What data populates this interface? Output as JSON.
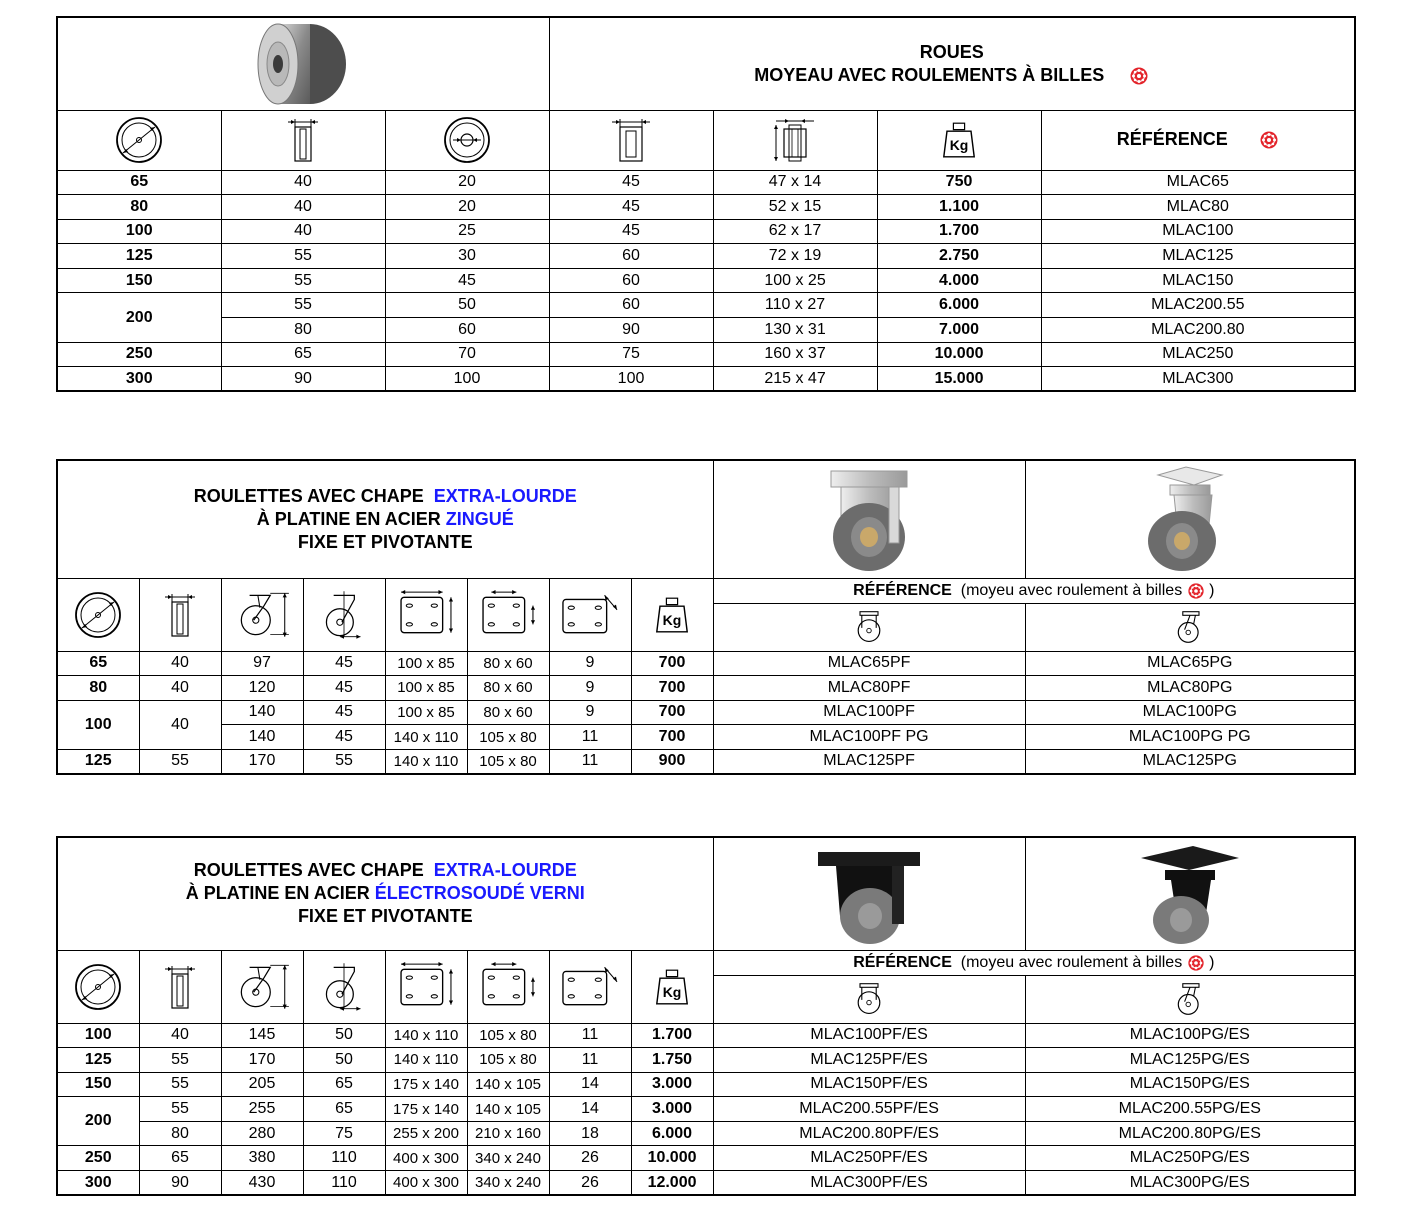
{
  "t1": {
    "title_line1": "ROUES",
    "title_line2": "MOYEAU AVEC ROULEMENTS À BILLES",
    "ref_label": "RÉFÉRENCE",
    "rows": [
      {
        "d": "65",
        "w": "40",
        "bore": "20",
        "hub": "45",
        "bearing": "47 x 14",
        "kg": "750",
        "ref": "MLAC65"
      },
      {
        "d": "80",
        "w": "40",
        "bore": "20",
        "hub": "45",
        "bearing": "52 x 15",
        "kg": "1.100",
        "ref": "MLAC80"
      },
      {
        "d": "100",
        "w": "40",
        "bore": "25",
        "hub": "45",
        "bearing": "62 x 17",
        "kg": "1.700",
        "ref": "MLAC100"
      },
      {
        "d": "125",
        "w": "55",
        "bore": "30",
        "hub": "60",
        "bearing": "72 x 19",
        "kg": "2.750",
        "ref": "MLAC125"
      },
      {
        "d": "150",
        "w": "55",
        "bore": "45",
        "hub": "60",
        "bearing": "100 x 25",
        "kg": "4.000",
        "ref": "MLAC150"
      },
      {
        "d": "200",
        "w": "55",
        "bore": "50",
        "hub": "60",
        "bearing": "110 x 27",
        "kg": "6.000",
        "ref": "MLAC200.55"
      },
      {
        "d": "",
        "w": "80",
        "bore": "60",
        "hub": "90",
        "bearing": "130 x 31",
        "kg": "7.000",
        "ref": "MLAC200.80"
      },
      {
        "d": "250",
        "w": "65",
        "bore": "70",
        "hub": "75",
        "bearing": "160 x 37",
        "kg": "10.000",
        "ref": "MLAC250"
      },
      {
        "d": "300",
        "w": "90",
        "bore": "100",
        "hub": "100",
        "bearing": "215 x 47",
        "kg": "15.000",
        "ref": "MLAC300"
      }
    ]
  },
  "t2": {
    "title_a": "ROULETTES AVEC CHAPE",
    "title_a_blue": "EXTRA-LOURDE",
    "title_b": "À PLATINE EN ACIER",
    "title_b_blue": "ZINGUÉ",
    "title_c": "FIXE ET PIVOTANTE",
    "ref_label": "RÉFÉRENCE",
    "ref_note_open": "(moyeu avec roulement à billes",
    "ref_note_close": ")",
    "rows": [
      {
        "d": "65",
        "w": "40",
        "h": "97",
        "off": "45",
        "plate": "100 x 85",
        "holes": "80 x 60",
        "bolt": "9",
        "kg": "700",
        "pf": "MLAC65PF",
        "pg": "MLAC65PG"
      },
      {
        "d": "80",
        "w": "40",
        "h": "120",
        "off": "45",
        "plate": "100 x 85",
        "holes": "80 x 60",
        "bolt": "9",
        "kg": "700",
        "pf": "MLAC80PF",
        "pg": "MLAC80PG"
      },
      {
        "d": "100",
        "w": "40",
        "h": "140",
        "off": "45",
        "plate": "100 x 85",
        "holes": "80 x 60",
        "bolt": "9",
        "kg": "700",
        "pf": "MLAC100PF",
        "pg": "MLAC100PG"
      },
      {
        "d": "",
        "w": "",
        "h": "140",
        "off": "45",
        "plate": "140 x 110",
        "holes": "105 x 80",
        "bolt": "11",
        "kg": "700",
        "pf": "MLAC100PF PG",
        "pg": "MLAC100PG PG"
      },
      {
        "d": "125",
        "w": "55",
        "h": "170",
        "off": "55",
        "plate": "140 x 110",
        "holes": "105 x 80",
        "bolt": "11",
        "kg": "900",
        "pf": "MLAC125PF",
        "pg": "MLAC125PG"
      }
    ]
  },
  "t3": {
    "title_a": "ROULETTES AVEC CHAPE",
    "title_a_blue": "EXTRA-LOURDE",
    "title_b": "À PLATINE EN ACIER",
    "title_b_blue": "ÉLECTROSOUDÉ VERNI",
    "title_c": "FIXE ET PIVOTANTE",
    "ref_label": "RÉFÉRENCE",
    "ref_note_open": "(moyeu avec roulement à billes",
    "ref_note_close": ")",
    "rows": [
      {
        "d": "100",
        "w": "40",
        "h": "145",
        "off": "50",
        "plate": "140 x 110",
        "holes": "105 x 80",
        "bolt": "11",
        "kg": "1.700",
        "pf": "MLAC100PF/ES",
        "pg": "MLAC100PG/ES"
      },
      {
        "d": "125",
        "w": "55",
        "h": "170",
        "off": "50",
        "plate": "140 x 110",
        "holes": "105 x 80",
        "bolt": "11",
        "kg": "1.750",
        "pf": "MLAC125PF/ES",
        "pg": "MLAC125PG/ES"
      },
      {
        "d": "150",
        "w": "55",
        "h": "205",
        "off": "65",
        "plate": "175 x 140",
        "holes": "140 x 105",
        "bolt": "14",
        "kg": "3.000",
        "pf": "MLAC150PF/ES",
        "pg": "MLAC150PG/ES"
      },
      {
        "d": "200",
        "w": "55",
        "h": "255",
        "off": "65",
        "plate": "175 x 140",
        "holes": "140 x 105",
        "bolt": "14",
        "kg": "3.000",
        "pf": "MLAC200.55PF/ES",
        "pg": "MLAC200.55PG/ES"
      },
      {
        "d": "",
        "w": "80",
        "h": "280",
        "off": "75",
        "plate": "255 x 200",
        "holes": "210 x 160",
        "bolt": "18",
        "kg": "6.000",
        "pf": "MLAC200.80PF/ES",
        "pg": "MLAC200.80PG/ES"
      },
      {
        "d": "250",
        "w": "65",
        "h": "380",
        "off": "110",
        "plate": "400 x 300",
        "holes": "340 x 240",
        "bolt": "26",
        "kg": "10.000",
        "pf": "MLAC250PF/ES",
        "pg": "MLAC250PG/ES"
      },
      {
        "d": "300",
        "w": "90",
        "h": "430",
        "off": "110",
        "plate": "400 x 300",
        "holes": "340 x 240",
        "bolt": "26",
        "kg": "12.000",
        "pf": "MLAC300PF/ES",
        "pg": "MLAC300PG/ES"
      }
    ]
  },
  "icons": {
    "kg_label": "Kg",
    "colors": {
      "bearing_red": "#e3242b",
      "accent_blue": "#1a1aff"
    }
  }
}
